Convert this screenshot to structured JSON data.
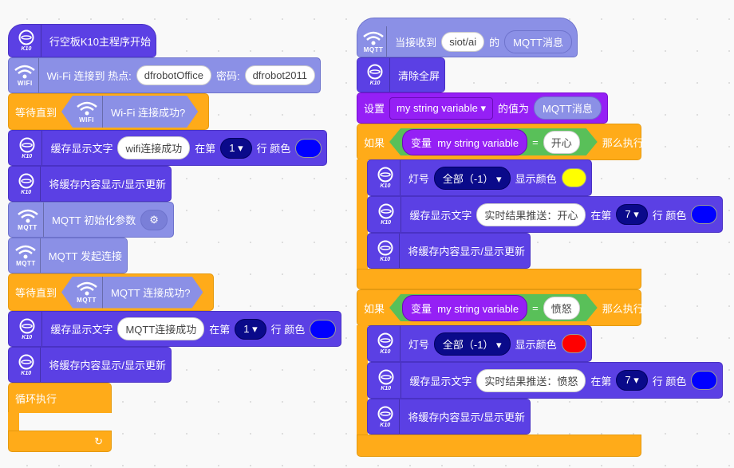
{
  "left": {
    "start": "行空板K10主程序开始",
    "wifi": {
      "label": "Wi-Fi 连接到 热点:",
      "ssid": "dfrobotOffice",
      "pwd_label": "密码:",
      "pwd": "dfrobot2011"
    },
    "wait1": {
      "label": "等待直到",
      "cond": "Wi-Fi 连接成功?"
    },
    "cache1": {
      "label": "缓存显示文字",
      "text": "wifi连接成功",
      "at": "在第",
      "row": "1",
      "color_label": "行 颜色",
      "color": "#0000ff"
    },
    "refresh1": "将缓存内容显示/显示更新",
    "mqtt_init": "MQTT 初始化参数",
    "mqtt_connect": "MQTT 发起连接",
    "wait2": {
      "label": "等待直到",
      "cond": "MQTT 连接成功?"
    },
    "cache2": {
      "label": "缓存显示文字",
      "text": "MQTT连接成功",
      "at": "在第",
      "row": "1",
      "color_label": "行 颜色",
      "color": "#0000ff"
    },
    "refresh2": "将缓存内容显示/显示更新",
    "loop": "循环执行"
  },
  "right": {
    "hat": {
      "label": "当接收到",
      "topic": "siot/ai",
      "of": "的",
      "msg": "MQTT消息"
    },
    "clear": "清除全屏",
    "set": {
      "label": "设置",
      "var": "my string variable",
      "to": "的值为",
      "value": "MQTT消息"
    },
    "ifs": [
      {
        "if": "如果",
        "var_label": "变量",
        "var": "my string variable",
        "eq": "=",
        "value": "开心",
        "then": "那么执行",
        "light": {
          "label": "灯号",
          "which": "全部（-1）",
          "show": "显示颜色",
          "color": "#ffff00"
        },
        "cache": {
          "label": "缓存显示文字",
          "text": "实时结果推送：开心",
          "at": "在第",
          "row": "7",
          "color_label": "行 颜色",
          "color": "#0000ff"
        },
        "refresh": "将缓存内容显示/显示更新"
      },
      {
        "if": "如果",
        "var_label": "变量",
        "var": "my string variable",
        "eq": "=",
        "value": "愤怒",
        "then": "那么执行",
        "light": {
          "label": "灯号",
          "which": "全部（-1）",
          "show": "显示颜色",
          "color": "#ff0000"
        },
        "cache": {
          "label": "缓存显示文字",
          "text": "实时结果推送：愤怒",
          "at": "在第",
          "row": "7",
          "color_label": "行 颜色",
          "color": "#0000ff"
        },
        "refresh": "将缓存内容显示/显示更新"
      }
    ]
  },
  "icons": {
    "k10": "K10",
    "wifi": "WIFI",
    "mqtt": "MQTT"
  }
}
